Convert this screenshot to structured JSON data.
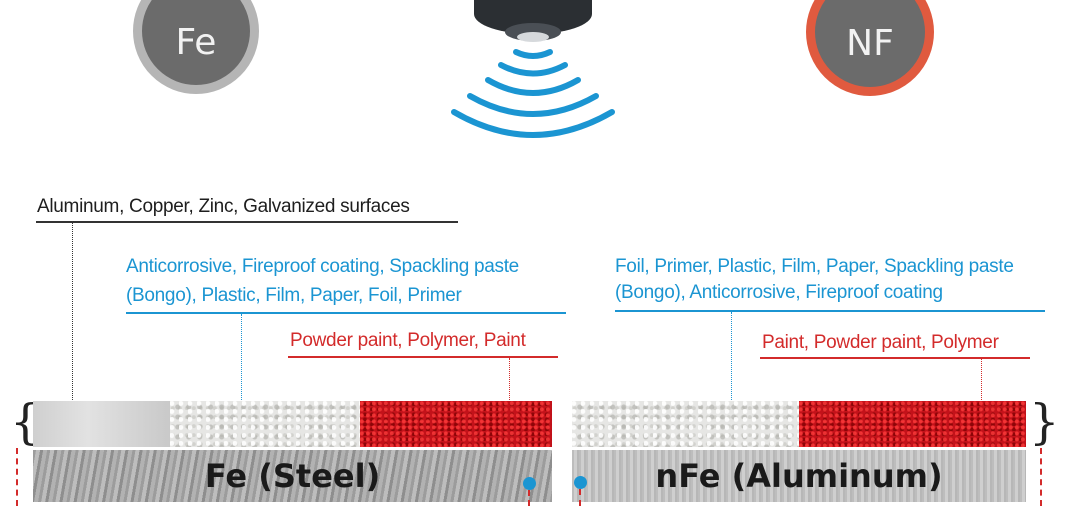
{
  "badges": {
    "fe": "Fe",
    "nf": "NF"
  },
  "labels": {
    "aluminum": "Aluminum, Copper, Zinc, Galvanized surfaces",
    "left_blue_line1": "Anticorrosive, Fireproof coating, Spackling paste",
    "left_blue_line2": "(Bongo), Plastic, Film, Paper, Foil, Primer",
    "left_red": "Powder paint, Polymer, Paint",
    "right_blue_line1": "Foil, Primer, Plastic, Film, Paper, Spackling paste",
    "right_blue_line2": "(Bongo), Anticorrosive, Fireproof coating",
    "right_red": "Paint, Powder paint, Polymer"
  },
  "substrates": {
    "left": "Fe (Steel)",
    "right": "nFe (Aluminum)"
  },
  "colors": {
    "blue": "#1b95d2",
    "red": "#d32b2b",
    "nf_ring": "#e05a3f",
    "fe_ring": "#b5b5b5"
  },
  "icons": [
    "probe-icon",
    "signal-waves-icon",
    "brace-left-icon",
    "brace-right-icon"
  ]
}
